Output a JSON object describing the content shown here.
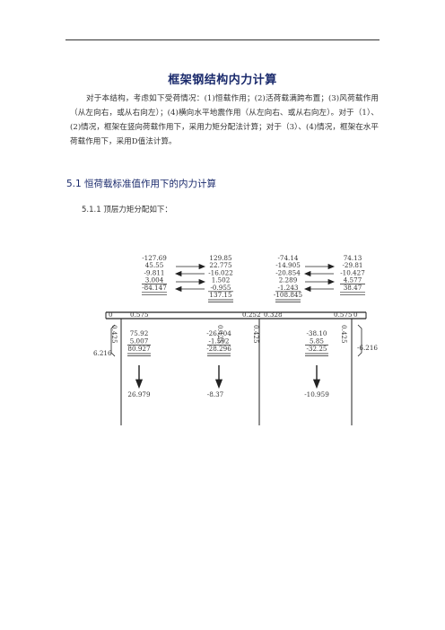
{
  "title": "框架钢结构内力计算",
  "paragraph": "对于本结构，考虑如下受荷情况：(1)恒载作用；(2)活荷载满跨布置；(3)风荷载作用（从左向右，或从右向左）；(4)横向水平地震作用（从左向右、或从右向左）。对于（1）、(2)情况，框架在竖向荷载作用下，采用力矩分配法计算；对于（3）、(4)情况，框架在水平荷载作用下，采用D值法计算。",
  "section": "5.1 恒荷载标准值作用下的内力计算",
  "subsection": "5.1.1 顶层力矩分配如下：",
  "diagram": {
    "beam_groups": [
      [
        "-127.69",
        "45.55",
        "-9.811",
        "3.004",
        "-84.147"
      ],
      [
        "129.85",
        "22.775",
        "-16.022",
        "1.502",
        "-0.955",
        "137.15"
      ],
      [
        "-74.14",
        "-14.905",
        "-20.854",
        "2.289",
        "-1.243",
        "-108.845"
      ],
      [
        "74.13",
        "-29.81",
        "-10.427",
        "4.577",
        "38.47"
      ]
    ],
    "factors": [
      "0",
      "0.575",
      "0.252",
      "0.328",
      "0.575",
      "0"
    ],
    "col_factors": [
      "0.425",
      "0.425",
      "0.425",
      "0.425"
    ],
    "column_groups": [
      [
        "75.92",
        "5.007",
        "80.927"
      ],
      [
        "-26.704",
        "-1.592",
        "-28.296"
      ],
      [
        "-38.10",
        "5.85",
        "-32.25"
      ]
    ],
    "side_moments": [
      "6.216",
      "-6.216"
    ],
    "bottom_values": [
      "26.979",
      "-8.37",
      "-10.959"
    ]
  }
}
